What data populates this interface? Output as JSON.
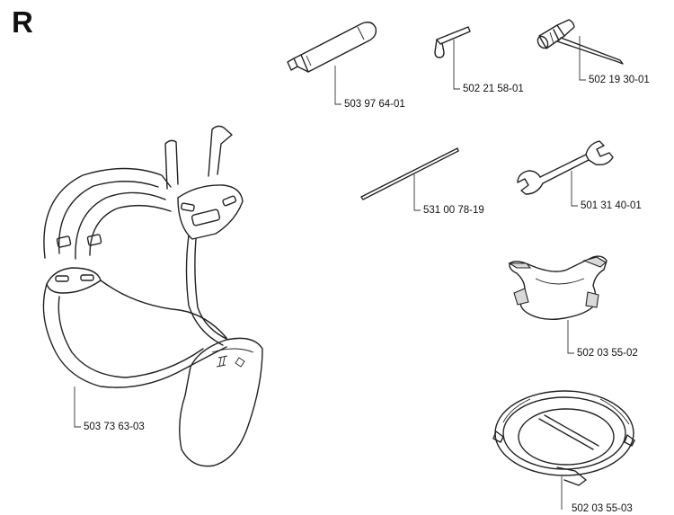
{
  "section_letter": "R",
  "parts": {
    "combination_key": "503 97 64-01",
    "hex_key": "502 21 58-01",
    "socket_wrench": "502 19 30-01",
    "rod": "531 00 78-19",
    "open_end_wrench": "501 31 40-01",
    "shoulder_pad": "502 03 55-02",
    "harness": "503 73 63-03",
    "ring_guard": "502 03 55-03"
  },
  "colors": {
    "line": "#222222",
    "background": "#ffffff"
  }
}
